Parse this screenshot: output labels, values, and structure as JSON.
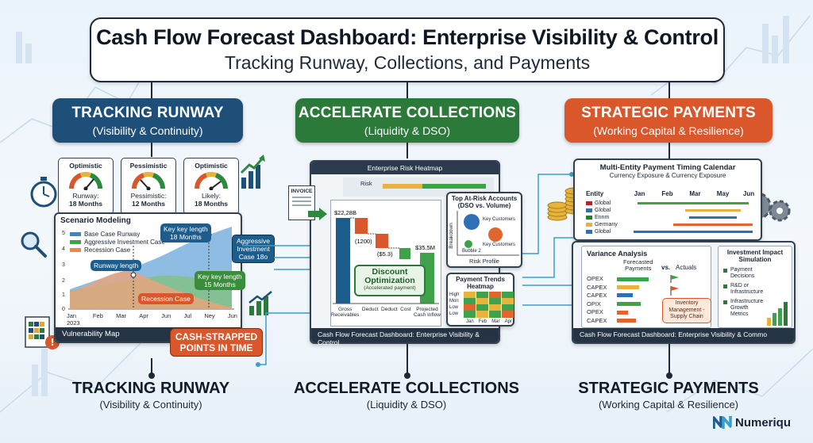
{
  "title": {
    "main": "Cash Flow Forecast Dashboard: Enterprise Visibility & Control",
    "sub": "Tracking Runway, Collections, and Payments"
  },
  "sections": {
    "runway": {
      "title": "TRACKING RUNWAY",
      "subtitle": "(Visibility & Continuity)"
    },
    "collections": {
      "title": "ACCELERATE COLLECTIONS",
      "subtitle": "(Liquidity & DSO)"
    },
    "payments": {
      "title": "STRATEGIC PAYMENTS",
      "subtitle": "(Working Capital & Resilience)"
    }
  },
  "gauges": [
    {
      "label": "Optimistic",
      "line1": "Runway:",
      "line2": "18 Months"
    },
    {
      "label": "Pessimistic",
      "line1": "Pessimistic:",
      "line2": "12 Months"
    },
    {
      "label": "Optimistic",
      "line1": "Likely:",
      "line2": "18 Months"
    }
  ],
  "scenario": {
    "title": "Scenario Modeling",
    "legend": [
      "Base Case Runway",
      "Aggressive Investment Case",
      "Recession Case"
    ],
    "callouts": {
      "key1": "Key key length\n18 Months",
      "runway_length": "Runway length",
      "key2": "Key key length\n15 Months",
      "recession": "Recession Case",
      "aggressive": "Aggressive\nInvestment\nCase 18o"
    },
    "x_labels": [
      "Jan\n2023",
      "Feb",
      "Mar",
      "Apr",
      "Jun",
      "Jul",
      "Ney",
      "Jun"
    ],
    "y_labels": [
      "5",
      "4",
      "3",
      "2",
      "1",
      "0"
    ],
    "footer": "Vulnerability Map",
    "cash_strapped": "CASH-STRAPPED\nPOINTS IN TIME"
  },
  "collections_panel": {
    "heatmap_title": "Enterprise Risk Heatmap",
    "heatmap_label": "Risk",
    "invoice": "INVOICE",
    "waterfall": {
      "labels": [
        "Gross\nReceivables",
        "Deduct",
        "Deduct",
        "Cost",
        "Projected\nCash Inflow"
      ],
      "values": [
        "$22,28B",
        "(1200)",
        "($5.3)",
        "",
        "$35.5M"
      ],
      "discount": "Discount\nOptimization",
      "discount_sub": "(Accelerated payment)"
    },
    "top_risk": {
      "title": "Top At-Risk Accounts\n(DSO vs. Volume)",
      "y_label": "Breakdown",
      "items": [
        "Key Customers",
        "Key Customers",
        "Bubble 2"
      ],
      "footer": "Risk Profile"
    },
    "trends": {
      "title": "Payment Trends\nHeatmap",
      "rows": [
        "High",
        "Mon",
        "Low",
        "Low"
      ],
      "cols": [
        "Jan",
        "Feb",
        "Mar",
        "Apr"
      ]
    },
    "footer": "Cash Flow Forecast Dashboard: Enterprise Visibility & Control"
  },
  "payments_panel": {
    "calendar_title": "Multi-Entity Payment Timing Calendar",
    "calendar_sub": "Currency Exposure & Currency Exposure",
    "entity_header": "Entity",
    "months": [
      "Jan",
      "Feb",
      "Mar",
      "May",
      "Jun"
    ],
    "entities": [
      "Global",
      "Global",
      "Ennm",
      "Germany",
      "Global"
    ],
    "variance": {
      "title": "Variance Analysis",
      "forecasted": "Forecasted\nPayments",
      "vs": "vs.",
      "actuals": "Actuals",
      "rows": [
        "OPEX",
        "CAPEX",
        "CAPEX",
        "OPIX",
        "OPEX",
        "CAPEX"
      ],
      "inventory": "Inventory\nManagement -\nSupply Chain"
    },
    "investment": {
      "title": "Investment Impact\nSimulation",
      "items": [
        "Payment\nDecisions",
        "R&D or\nInfrastructure",
        "Infrastructure\nGrowth\nMetrics"
      ]
    },
    "footer": "Cash Flow Forecast Dashboard: Enterprise Visibility & Commo"
  },
  "brand": {
    "name": "Numeriqu"
  },
  "colors": {
    "runway": "#1d4f79",
    "collections": "#2c7a3a",
    "payments": "#d9572a"
  }
}
